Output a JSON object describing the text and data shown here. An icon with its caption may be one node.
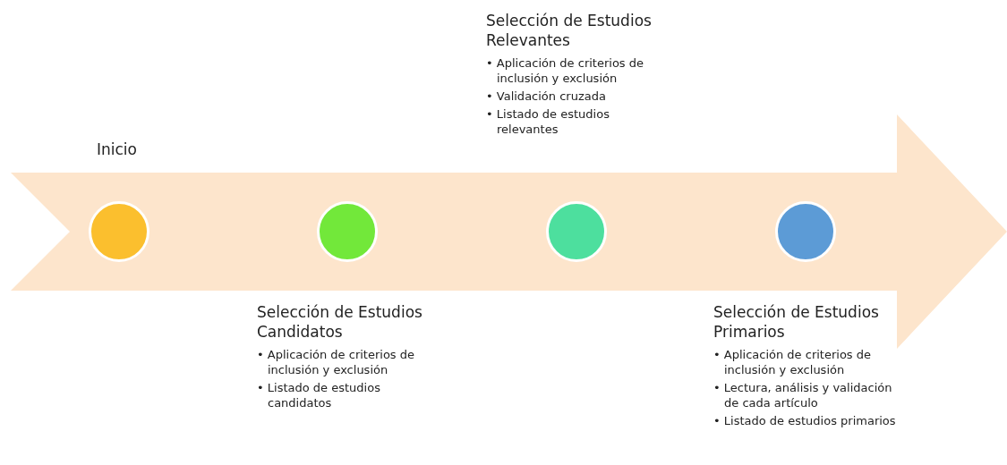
{
  "diagram": {
    "nodes": [
      {
        "text": [],
        "shape": "arrow"
      },
      {
        "text": [],
        "shape": "circle",
        "in": 0,
        "beside": [
          "Inicio"
        ]
      },
      {
        "text": [],
        "shape": "circle",
        "in": 0,
        "beside": [
          "Selección de Estudios Candidatos",
          "• Aplicación de criterios de inclusión y exclusión",
          "• Listado de estudios candidatos"
        ]
      },
      {
        "text": [],
        "shape": "circle",
        "in": 0,
        "beside": [
          "Selección de Estudios Relevantes",
          "• Aplicación de criterios de inclusión y exclusión",
          "• Validación cruzada",
          "• Listado de estudios relevantes"
        ]
      },
      {
        "text": [],
        "shape": "circle",
        "in": 0,
        "beside": [
          "Selección de Estudios Primarios",
          "• Aplicación de criterios de inclusión y exclusión",
          "• Lectura, análisis y validación de cada artículo",
          "• Listado de estudios primarios"
        ]
      }
    ],
    "edges": []
  }
}
